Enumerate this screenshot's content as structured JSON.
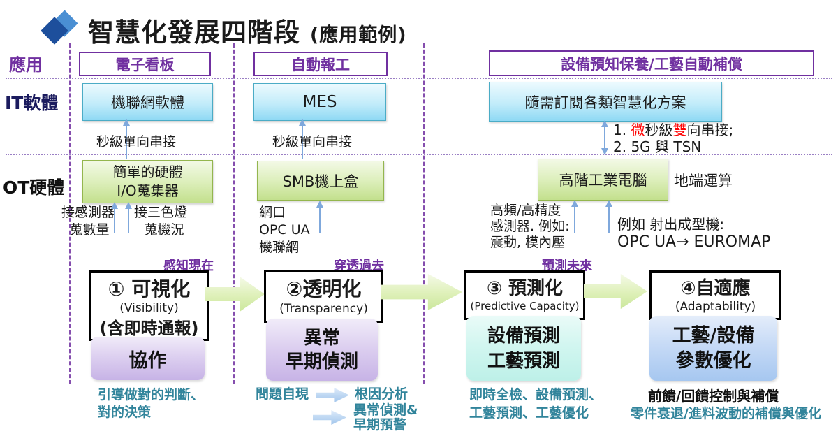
{
  "title": {
    "main": "智慧化發展四階段",
    "suffix": "(應用範例)"
  },
  "row_labels": {
    "app": "應用",
    "it": "IT軟體",
    "ot": "OT硬體"
  },
  "app_headers": [
    "電子看板",
    "自動報工",
    "設備預知保養/工藝自動補償"
  ],
  "it_boxes": [
    "機聯網軟體",
    "MES",
    "隨需訂閱各類智慧化方案"
  ],
  "links": {
    "col1": "秒級單向串接",
    "col2": "秒級單向串接",
    "col3_line1": {
      "p1": "1. ",
      "r1": "微",
      "p2": "秒級",
      "r2": "雙",
      "p3": "向串接;"
    },
    "col3_line2": "2. 5G 與 TSN"
  },
  "ot_boxes": {
    "b1": {
      "line1": "簡單的硬體",
      "line2": "I/O蒐集器"
    },
    "b2": {
      "line1": "SMB機上盒"
    },
    "b3": {
      "line1": "高階工業電腦"
    }
  },
  "ot_side_note": "地端運算",
  "ot_annotations": {
    "col1a": {
      "line1": "接感測器",
      "line2": "蒐數量"
    },
    "col1b": {
      "line1": "接三色燈",
      "line2": "蒐機況"
    },
    "col2": {
      "line1": "網口",
      "line2": "OPC UA",
      "line3": "機聯網"
    },
    "col3a": {
      "line1": "高頻/高精度",
      "line2": "感測器. 例如:",
      "line3": "震動, 模內壓"
    },
    "col3b": {
      "line1": "例如 射出成型機:",
      "line2": "OPC UA→ EUROMAP"
    }
  },
  "stage_flow_labels": [
    "感知現在",
    "穿透過去",
    "預測未來"
  ],
  "stages": [
    {
      "num_title": "① 可視化",
      "en": "(Visibility)",
      "extra": "(含即時通報)",
      "sub1": "協作",
      "sub2": ""
    },
    {
      "num_title": "②透明化",
      "en": "(Transparency)",
      "sub1": "異常",
      "sub2": "早期偵測"
    },
    {
      "num_title": "③ 預測化",
      "en": "(Predictive Capacity)",
      "sub1": "設備預測",
      "sub2": "工藝預測"
    },
    {
      "num_title": "④自適應",
      "en": "(Adaptability)",
      "sub1": "工藝/設備",
      "sub2": "參數優化"
    }
  ],
  "bottom_notes": {
    "n1_line1": "引導做對的判斷、",
    "n1_line2": "對的決策",
    "n2_left": "問題自現",
    "n2_r1": "根因分析",
    "n2_r2_line1": "異常偵測&",
    "n2_r2_line2": "早期預警",
    "n3_line1": "即時全檢、設備預測、",
    "n3_line2": "工藝預測、工藝優化",
    "n4_black": "前饋/回饋控制與補償",
    "n4_teal": "零件衰退/進料波動的補償與優化"
  },
  "colors": {
    "purple": "#7030A0",
    "teal": "#31849B",
    "red": "#FF0000",
    "blue_box_border": "#4BACC6",
    "green_box_border": "#94B64E",
    "arrow_blue": "#7FA8DC",
    "navy_label": "#1B1B5E"
  }
}
